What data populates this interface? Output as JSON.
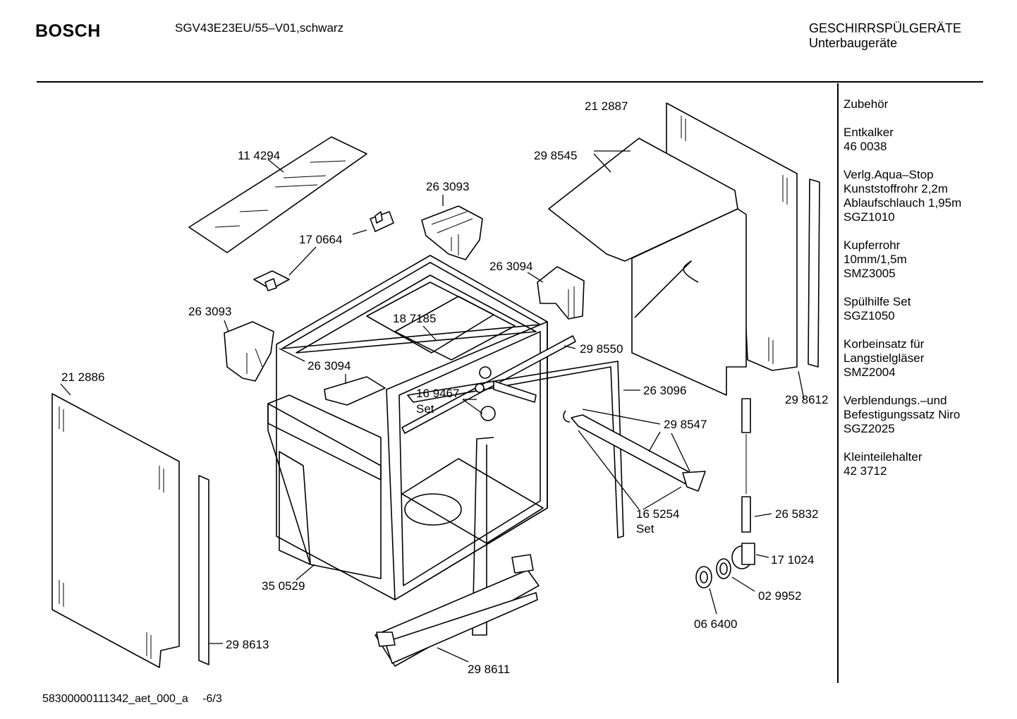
{
  "header": {
    "brand": "BOSCH",
    "model": "SGV43E23EU/55–V01,schwarz",
    "category_line1": "GESCHIRRSPÜLGERÄTE",
    "category_line2": "Unterbaugeräte"
  },
  "accessories": {
    "title": "Zubehör",
    "groups": [
      [
        "Entkalker",
        "46 0038"
      ],
      [
        "Verlg.Aqua–Stop",
        "Kunststoffrohr 2,2m",
        "Ablaufschlauch 1,95m",
        "SGZ1010"
      ],
      [
        "Kupferrohr",
        "10mm/1,5m",
        "SMZ3005"
      ],
      [
        "Spülhilfe Set",
        "SGZ1050"
      ],
      [
        "Korbeinsatz für",
        "Langstielgläser",
        "SMZ2004"
      ],
      [
        "Verblendungs.–und",
        "Befestigungssatz Niro",
        "SGZ2025"
      ],
      [
        "Kleinteilehalter",
        "42 3712"
      ]
    ]
  },
  "parts": [
    "21 2887",
    "29 8545",
    "11 4294",
    "26 3093",
    "17 0664",
    "26 3094",
    "18 7185",
    "26 3093",
    "29 8550",
    "26 3094",
    "21 2886",
    "16 9467",
    "Set",
    "26 3096",
    "29 8612",
    "29 8547",
    "16 5254",
    "Set",
    "26 5832",
    "17 1024",
    "35 0529",
    "02 9952",
    "06 6400",
    "29 8613",
    "29 8611"
  ],
  "footer": {
    "doc_id": "58300000111342_aet_000_a",
    "page": "-6/3"
  }
}
